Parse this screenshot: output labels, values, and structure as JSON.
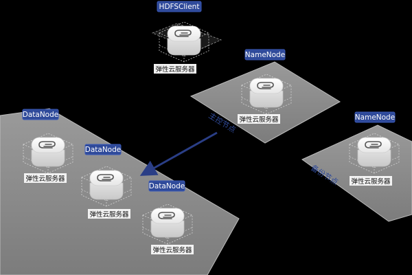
{
  "colors": {
    "background": "#000000",
    "platform": "#8c8c8c",
    "platform_edge": "#bdbdbd",
    "tag_fill": "#2f4a9a",
    "tag_border": "#3a59b8",
    "arrow": "#2a3e86",
    "server_label_fill": "#f2f2f2"
  },
  "nodes": {
    "client": {
      "tag": "HDFSClient",
      "label": "弹性云服务器",
      "icon": "server-icon"
    },
    "namenode_1": {
      "tag": "NameNode",
      "label": "弹性云服务器",
      "icon": "server-icon"
    },
    "namenode_2": {
      "tag": "NameNode",
      "label": "弹性云服务器",
      "icon": "server-icon"
    },
    "datanode_1": {
      "tag": "DataNode",
      "label": "弹性云服务器",
      "icon": "server-icon"
    },
    "datanode_2": {
      "tag": "DataNode",
      "label": "弹性云服务器",
      "icon": "server-icon"
    },
    "datanode_3": {
      "tag": "DataNode",
      "label": "弹性云服务器",
      "icon": "server-icon"
    }
  },
  "sections": {
    "primary": "主控节点",
    "backup": "备份节点"
  },
  "edges": [
    {
      "from": "namenode_1",
      "to": "datanode_group"
    }
  ]
}
